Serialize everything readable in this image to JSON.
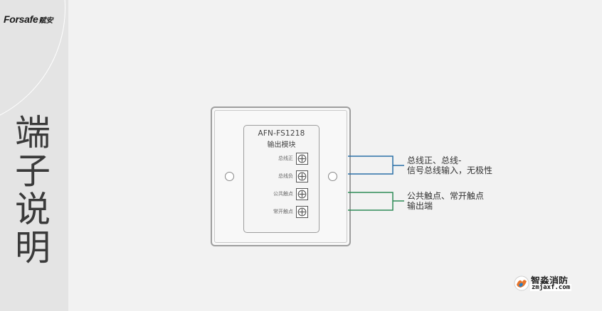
{
  "brand": {
    "latin": "Forsafe",
    "cjk": "赋安"
  },
  "title_chars": [
    "端",
    "子",
    "说",
    "明"
  ],
  "module": {
    "model": "AFN-FS1218",
    "type": "输出模块",
    "terminals": [
      {
        "label": "总线正"
      },
      {
        "label": "总线负"
      },
      {
        "label": "公共触点"
      },
      {
        "label": "常开触点"
      }
    ]
  },
  "callouts": {
    "bus": {
      "line1": "总线正、总线-",
      "line2": "信号总线输入，无极性",
      "color": "#2b6fa8"
    },
    "contact": {
      "line1": "公共触点、常开触点",
      "line2": "输出端",
      "color": "#2e8b57"
    }
  },
  "watermark": {
    "cjk": "智淼消防",
    "url": "zmjaxf.com"
  }
}
